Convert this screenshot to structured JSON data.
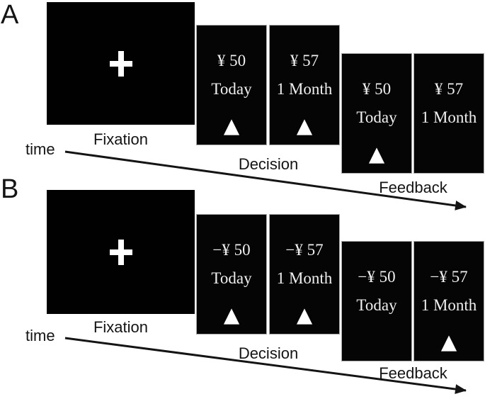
{
  "figure": {
    "colors": {
      "background": "#ffffff",
      "screen_background": "#000000",
      "screen_text": "#efefef",
      "marker_color": "#ffffff",
      "label_text": "#141414",
      "box_border": "#a9a9a9"
    },
    "icons": {
      "fixation_cross": "+",
      "choice_marker": "▲",
      "time_arrow": "arrow-right-down"
    },
    "panels": [
      {
        "label": "A",
        "time_label": "time",
        "fixation": {
          "caption": "Fixation"
        },
        "decision": {
          "caption": "Decision",
          "options": [
            {
              "amount": "¥ 50",
              "delay": "Today",
              "marker": "▲"
            },
            {
              "amount": "¥ 57",
              "delay": "1 Month",
              "marker": "▲"
            }
          ]
        },
        "feedback": {
          "caption": "Feedback",
          "options": [
            {
              "amount": "¥ 50",
              "delay": "Today",
              "marker": "▲"
            },
            {
              "amount": "¥ 57",
              "delay": "1 Month",
              "marker": ""
            }
          ]
        }
      },
      {
        "label": "B",
        "time_label": "time",
        "fixation": {
          "caption": "Fixation"
        },
        "decision": {
          "caption": "Decision",
          "options": [
            {
              "amount": "−¥ 50",
              "delay": "Today",
              "marker": "▲"
            },
            {
              "amount": "−¥ 57",
              "delay": "1 Month",
              "marker": "▲"
            }
          ]
        },
        "feedback": {
          "caption": "Feedback",
          "options": [
            {
              "amount": "−¥ 50",
              "delay": "Today",
              "marker": ""
            },
            {
              "amount": "−¥ 57",
              "delay": "1 Month",
              "marker": "▲"
            }
          ]
        }
      }
    ]
  }
}
